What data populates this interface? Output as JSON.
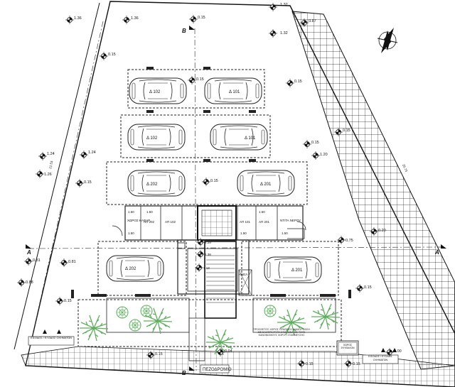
{
  "levels": {
    "nw_top_1": "1.36",
    "nw_top_2": "1.36",
    "top_axis": "0.15",
    "ne_top": "1.32",
    "ne_top_2": "1.32",
    "ne_corner": "0.87",
    "upper_left": "0.15",
    "upper_mid": "0.15",
    "upper_right": "0.15",
    "left_1": "1.24",
    "left_2": "1.24",
    "left_3": "1.26",
    "left_4": "0.15",
    "mid_1": "0.15",
    "right_1": "0.15",
    "right_2": "1.20",
    "right_3": "0.15",
    "east_1": "0.20",
    "east_2": "0.75",
    "south_left_1": "0.81",
    "south_left_2": "0.81",
    "south_left_3": "0.88",
    "south_left_4": "0.15",
    "south_right_1": "0.15",
    "stair_1": "4.29",
    "stair_2": "1.38",
    "stair_3": "1.13",
    "bottom_1": "0.04",
    "bottom_2": "0.15",
    "bottom_3": "0.00",
    "bottom_4": "0.15",
    "bottom_5": "0.15"
  },
  "parking": {
    "p1": "Δ 102",
    "p2": "Δ 101",
    "p3": "Δ 102",
    "p4": "Δ 101",
    "p5": "Δ 202",
    "p6": "Δ 201",
    "p7": "Δ 202",
    "p8": "Δ 201"
  },
  "storage": {
    "s1": "ΑΠ 202",
    "s2": "ΑΠ 102",
    "s3": "ΑΠ 101",
    "s4": "ΑΠ 201",
    "waste": "ΧΩΡΟΣ ΚΑΘΑΡ.",
    "water": "ΝΤ/ΤΑ ΝΕΡΟΥ"
  },
  "axes": {
    "a_left": "A",
    "a_right": "A",
    "b_top": "B",
    "b_bottom": "B"
  },
  "entrances": {
    "left": "ΕΙΣΟΔΟΣ / ΕΞΟΔΟΣ ΟΧΗΜΑΤΩΝ",
    "right": "ΕΙΣΟΔΟΣ / ΕΞΟΔΟΣ ΟΧΗΜΑΤΩΝ",
    "street": "ΠΕΖΟΔΡΟΜΙΟ",
    "bins": "ΧΩΡΟΣ ΣΚΥΒΑΛΩΝ",
    "lift": "ΑΝΕΛ"
  },
  "note": "ΠΡΟΣΘΕΤΟΣ ΧΩΡΟΣ ΠΡΑΣΙΝΟΥ ΔΙΑΜΟΡΦΩΣΗ ΜΕ ΕΛΑΦΡΑ ΦΥΤΑ ΣΥΜΦΩΝΑ ΜΕ ΤΟΥΣ ΚΑΝΟΝΙΣΜΟΥΣ ΧΩΡΟΥ ΣΤΑΘΜΕΥΣΗΣ",
  "dims": {
    "d1": "1.50",
    "d2": "1.50",
    "d3": "1.50",
    "d4": "1.50",
    "d5": "1.50",
    "d6": "1.50"
  },
  "side_dims": {
    "left": "21.53",
    "right": "26.73"
  }
}
